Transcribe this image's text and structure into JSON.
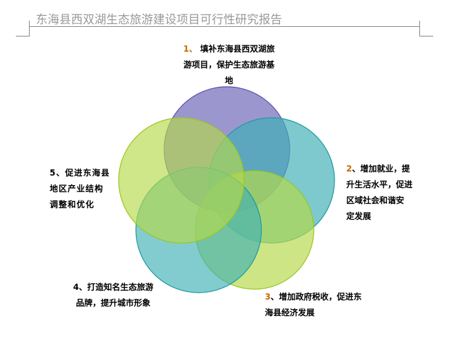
{
  "header": {
    "title": "东海县西双湖生态旅游建设项目可行性研究报告"
  },
  "diagram": {
    "items": [
      {
        "num": "1、",
        "lines": [
          "填补东海县西双湖旅",
          "游项目，保护生态旅游基",
          "地"
        ]
      },
      {
        "num": "2",
        "lines": [
          "、增加就业，提",
          "升生活水平，促进",
          "区域社会和谐安",
          "定发展"
        ]
      },
      {
        "num": "3",
        "lines": [
          "、增加政府税收，促进东",
          "海县经济发展"
        ]
      },
      {
        "num": "4",
        "lines": [
          "、打造知名生态旅游",
          "品牌，提升城市形象"
        ]
      },
      {
        "num": "5",
        "lines": [
          "、促进东海县",
          "地区产业结构",
          "调整和优化"
        ]
      }
    ],
    "colors": {
      "purple": "#7b73bf",
      "teal": "#4db8bd",
      "lime": "#bddc5a"
    }
  }
}
